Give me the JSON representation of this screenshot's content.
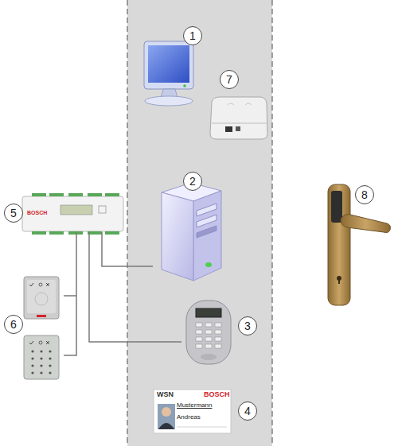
{
  "diagram": {
    "nodes": [
      {
        "text": [
          "1"
        ]
      },
      {
        "text": [
          "7"
        ]
      },
      {
        "text": [
          "2"
        ]
      },
      {
        "text": [
          "5",
          "BOSCH"
        ]
      },
      {
        "text": [
          "8"
        ]
      },
      {
        "text": [
          "3"
        ]
      },
      {
        "text": [
          "6"
        ]
      },
      {
        "text": [
          "WSN",
          "BOSCH",
          "Mustermann",
          "Andreas",
          "4"
        ]
      }
    ],
    "edges": [
      {
        "from": 3,
        "to": 2,
        "arrow": "none"
      },
      {
        "from": 3,
        "to": 5,
        "arrow": "none"
      },
      {
        "from": 3,
        "to": 6,
        "arrow": "none"
      }
    ]
  }
}
